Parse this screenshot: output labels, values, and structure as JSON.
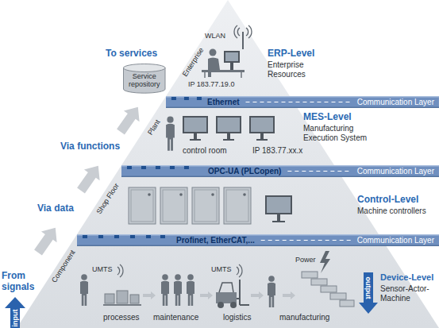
{
  "diagram": {
    "nodes": [
      {
        "text": [
          "Service repository"
        ]
      },
      {
        "text": [
          "Ethernet",
          "Communication Layer"
        ]
      },
      {
        "text": [
          "OPC-UA (PLCopen)",
          "Communication Layer"
        ]
      },
      {
        "text": [
          "Profinet, EtherCAT,...",
          "Communication Layer"
        ]
      },
      {
        "text": [
          "input"
        ]
      },
      {
        "text": [
          "output"
        ]
      }
    ],
    "labels": [
      "WLAN",
      "To services",
      "ERP-Level",
      "Enterprise",
      "Enterprise Resources",
      "IP 183.77.19.0",
      "MES-Level",
      "Manufacturing Execution System",
      "Plant",
      "Via functions",
      "control room",
      "IP 183.77.xx.x",
      "Shop Floor",
      "Control-Level",
      "Machine controllers",
      "Via data",
      "Component",
      "UMTS",
      "UMTS",
      "Power",
      "From signals",
      "Device-Level",
      "Sensor-Actor-Machine",
      "processes",
      "maintenance",
      "logistics",
      "manufacturing"
    ]
  }
}
